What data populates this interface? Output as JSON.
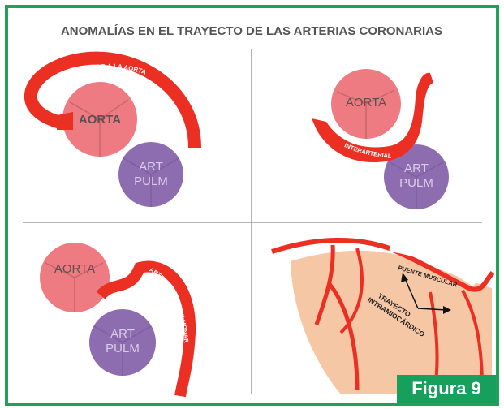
{
  "title": "ANOMALÍAS EN EL TRAYECTO DE LAS ARTERIAS CORONARIAS",
  "figure_label": "Figura 9",
  "panels": {
    "top_left": {
      "aorta": "AORTA",
      "art": "ART",
      "pulm": "PULM",
      "path_label": "TRAYECTO POSTERIOR A LA AORTA"
    },
    "top_right": {
      "aorta": "AORTA",
      "art": "ART",
      "pulm": "PULM",
      "path_label": "INTERARTERIAL"
    },
    "bottom_left": {
      "aorta": "AORTA",
      "art": "ART",
      "pulm": "PULM",
      "path_label": "ANTERIOR A LA PULMONAR"
    },
    "bottom_right": {
      "bridge_label": "PUENTE MUSCULAR",
      "intra_line1": "TRAYECTO",
      "intra_line2": "INTRAMIOCÁRDICO"
    }
  },
  "colors": {
    "border": "#21a05a",
    "aorta": "#ef7b82",
    "aorta_text": "#5b5152",
    "pulmonary": "#8e6cb0",
    "pulmonary_text": "#d9cde6",
    "artery": "#ec2f23",
    "myocardium": "#f6c7a5",
    "divider": "#9a9a9a",
    "badge": "#16a05c"
  }
}
